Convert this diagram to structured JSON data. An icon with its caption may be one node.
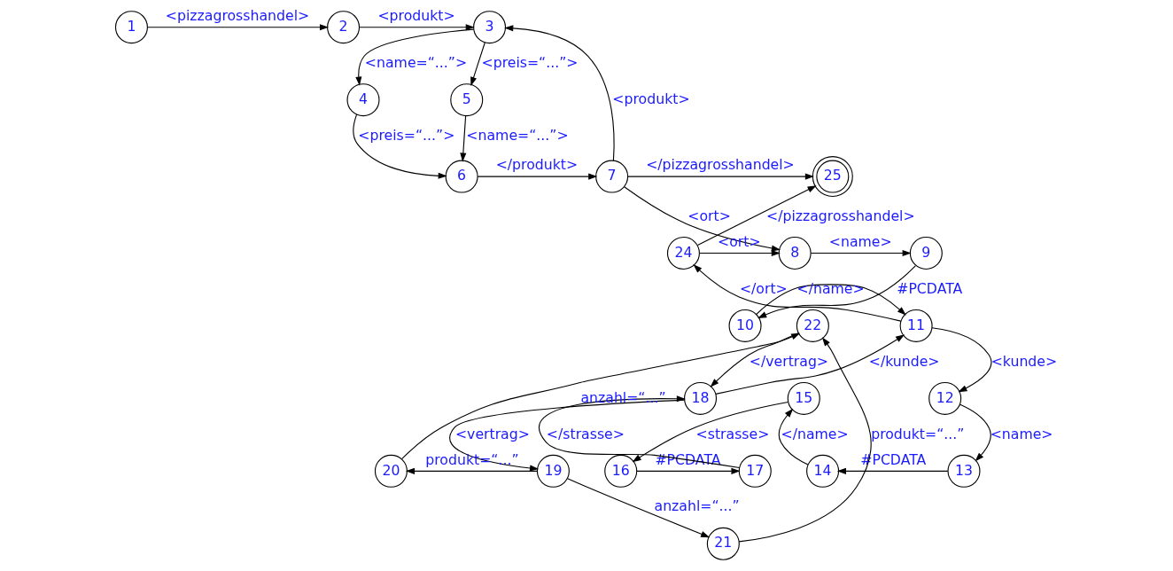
{
  "diagram": {
    "nodes": [
      {
        "text": [
          "1"
        ]
      },
      {
        "text": [
          "2"
        ]
      },
      {
        "text": [
          "3"
        ]
      },
      {
        "text": [
          "4"
        ]
      },
      {
        "text": [
          "5"
        ]
      },
      {
        "text": [
          "6"
        ]
      },
      {
        "text": [
          "7"
        ]
      },
      {
        "text": [
          "8"
        ]
      },
      {
        "text": [
          "9"
        ]
      },
      {
        "text": [
          "10"
        ]
      },
      {
        "text": [
          "11"
        ]
      },
      {
        "text": [
          "12"
        ]
      },
      {
        "text": [
          "13"
        ]
      },
      {
        "text": [
          "14"
        ]
      },
      {
        "text": [
          "15"
        ]
      },
      {
        "text": [
          "16"
        ]
      },
      {
        "text": [
          "17"
        ]
      },
      {
        "text": [
          "18"
        ]
      },
      {
        "text": [
          "19"
        ]
      },
      {
        "text": [
          "20"
        ]
      },
      {
        "text": [
          "21"
        ]
      },
      {
        "text": [
          "22"
        ]
      },
      {
        "text": [
          "24"
        ]
      },
      {
        "text": [
          "25"
        ]
      }
    ],
    "edges": [
      {
        "from": 0,
        "to": 1,
        "arrow": "to",
        "label": "<pizzagrosshandel>"
      },
      {
        "from": 1,
        "to": 2,
        "arrow": "to",
        "label": "<produkt>"
      },
      {
        "from": 2,
        "to": 3,
        "arrow": "to",
        "label": "<name=“...”>"
      },
      {
        "from": 2,
        "to": 4,
        "arrow": "to",
        "label": "<preis=“...”>"
      },
      {
        "from": 3,
        "to": 5,
        "arrow": "to",
        "label": "<preis=“...”>"
      },
      {
        "from": 4,
        "to": 5,
        "arrow": "to",
        "label": "<name=“...”>"
      },
      {
        "from": 5,
        "to": 6,
        "arrow": "to",
        "label": "</produkt>"
      },
      {
        "from": 6,
        "to": 2,
        "arrow": "to",
        "label": "<produkt>"
      },
      {
        "from": 6,
        "to": 23,
        "arrow": "to",
        "label": "</pizzagrosshandel>"
      },
      {
        "from": 6,
        "to": 7,
        "arrow": "to",
        "label": "<ort>"
      },
      {
        "from": 22,
        "to": 7,
        "arrow": "to",
        "label": "<ort>"
      },
      {
        "from": 22,
        "to": 23,
        "arrow": "to",
        "label": "</pizzagrosshandel>"
      },
      {
        "from": 7,
        "to": 8,
        "arrow": "to",
        "label": "<name>"
      },
      {
        "from": 8,
        "to": 9,
        "arrow": "to",
        "label": "#PCDATA"
      },
      {
        "from": 9,
        "to": 10,
        "arrow": "to",
        "label": "</name>"
      },
      {
        "from": 10,
        "to": 22,
        "arrow": "to",
        "label": "</ort>"
      },
      {
        "from": 10,
        "to": 11,
        "arrow": "to",
        "label": "<kunde>"
      },
      {
        "from": 11,
        "to": 12,
        "arrow": "to",
        "label": "<name>"
      },
      {
        "from": 12,
        "to": 13,
        "arrow": "to",
        "label": "#PCDATA"
      },
      {
        "from": 13,
        "to": 14,
        "arrow": "to",
        "label": "</name>"
      },
      {
        "from": 14,
        "to": 15,
        "arrow": "to",
        "label": "<strasse>"
      },
      {
        "from": 15,
        "to": 16,
        "arrow": "to",
        "label": "#PCDATA"
      },
      {
        "from": 16,
        "to": 17,
        "arrow": "to",
        "label": "</strasse>"
      },
      {
        "from": 17,
        "to": 10,
        "arrow": "to",
        "label": "</kunde>"
      },
      {
        "from": 17,
        "to": 18,
        "arrow": "to",
        "label": "<vertrag>"
      },
      {
        "from": 18,
        "to": 19,
        "arrow": "to",
        "label": "produkt=“...”"
      },
      {
        "from": 18,
        "to": 20,
        "arrow": "to",
        "label": "anzahl=“...”"
      },
      {
        "from": 19,
        "to": 21,
        "arrow": "to",
        "label": "anzahl=“...”"
      },
      {
        "from": 20,
        "to": 21,
        "arrow": "to",
        "label": "produkt=“...”"
      },
      {
        "from": 21,
        "to": 17,
        "arrow": "to",
        "label": "</vertrag>"
      }
    ]
  }
}
